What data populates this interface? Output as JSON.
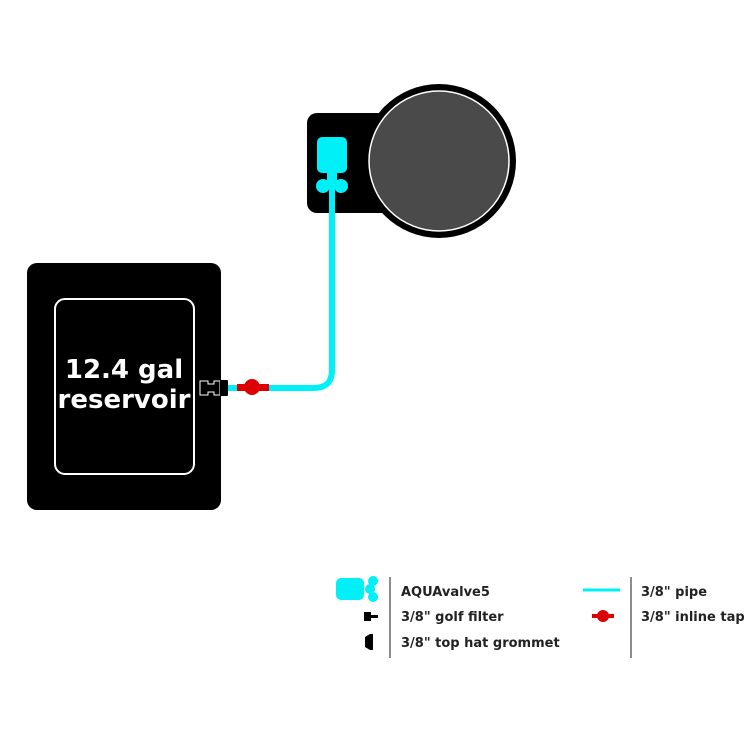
{
  "reservoir": {
    "line1": "12.4 gal",
    "line2": "reservoir"
  },
  "colors": {
    "pipe": "#00f0f8",
    "tap": "#dd0000",
    "pot": "#4a4a4a",
    "block": "#000000"
  },
  "legend": {
    "items": [
      {
        "label": "AQUAvalve5"
      },
      {
        "label": "3/8\" golf filter"
      },
      {
        "label": "3/8\" top hat grommet"
      },
      {
        "label": "3/8\" pipe"
      },
      {
        "label": "3/8\" inline tap"
      }
    ]
  }
}
